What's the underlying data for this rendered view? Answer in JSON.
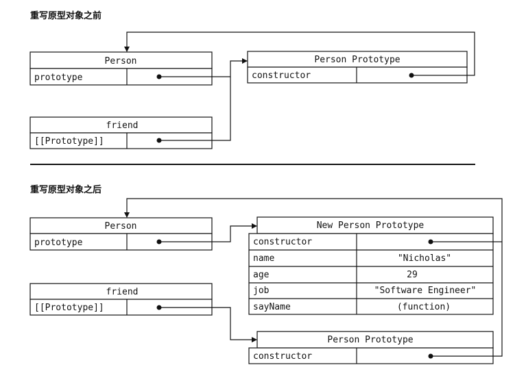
{
  "before": {
    "heading": "重写原型对象之前",
    "person": {
      "title": "Person",
      "prop": "prototype"
    },
    "proto": {
      "title": "Person Prototype",
      "prop": "constructor"
    },
    "friend": {
      "title": "friend",
      "prop": "[[Prototype]]"
    }
  },
  "after": {
    "heading": "重写原型对象之后",
    "person": {
      "title": "Person",
      "prop": "prototype"
    },
    "friend": {
      "title": "friend",
      "prop": "[[Prototype]]"
    },
    "new_proto": {
      "title": "New Person Prototype",
      "rows": [
        {
          "key": "constructor",
          "value": ""
        },
        {
          "key": "name",
          "value": "\"Nicholas\""
        },
        {
          "key": "age",
          "value": "29"
        },
        {
          "key": "job",
          "value": "\"Software Engineer\""
        },
        {
          "key": "sayName",
          "value": "(function)"
        }
      ]
    },
    "old_proto": {
      "title": "Person Prototype",
      "prop": "constructor"
    }
  }
}
